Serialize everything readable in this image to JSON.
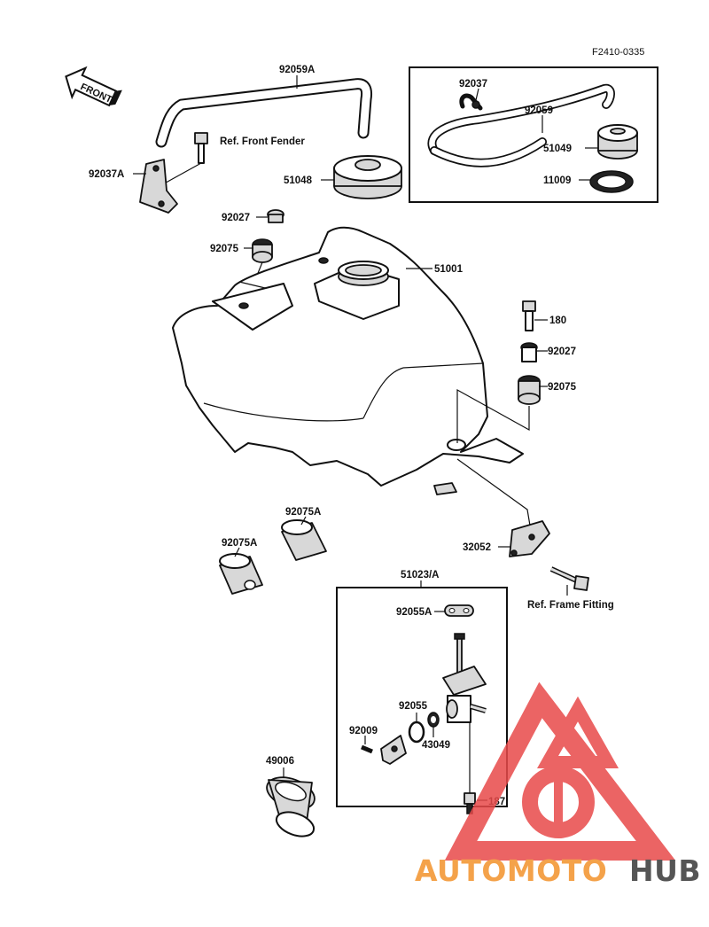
{
  "diagram_code": "F2410-0335",
  "front_label": "FRONT",
  "parts": {
    "p92059A": "92059A",
    "p92037A": "92037A",
    "ref_front_fender": "Ref. Front Fender",
    "p51048": "51048",
    "p92027_top": "92027",
    "p92075_top": "92075",
    "p51001": "51001",
    "p92037": "92037",
    "p92059": "92059",
    "p51049": "51049",
    "p11009": "11009",
    "p180": "180",
    "p92027_right": "92027",
    "p92075_right": "92075",
    "p92075A_upper": "92075A",
    "p92075A_lower": "92075A",
    "p32052": "32052",
    "ref_frame_fitting": "Ref. Frame Fitting",
    "p51023A": "51023/A",
    "p92055A": "92055A",
    "p92055": "92055",
    "p92009": "92009",
    "p43049": "43049",
    "p187": "187",
    "p49006": "49006"
  },
  "watermark": {
    "part1": "AUTOMOTO",
    "part2": "HUB",
    "color1": "#f4a24a",
    "color2": "#555555",
    "logo_color": "#e84a4a"
  }
}
